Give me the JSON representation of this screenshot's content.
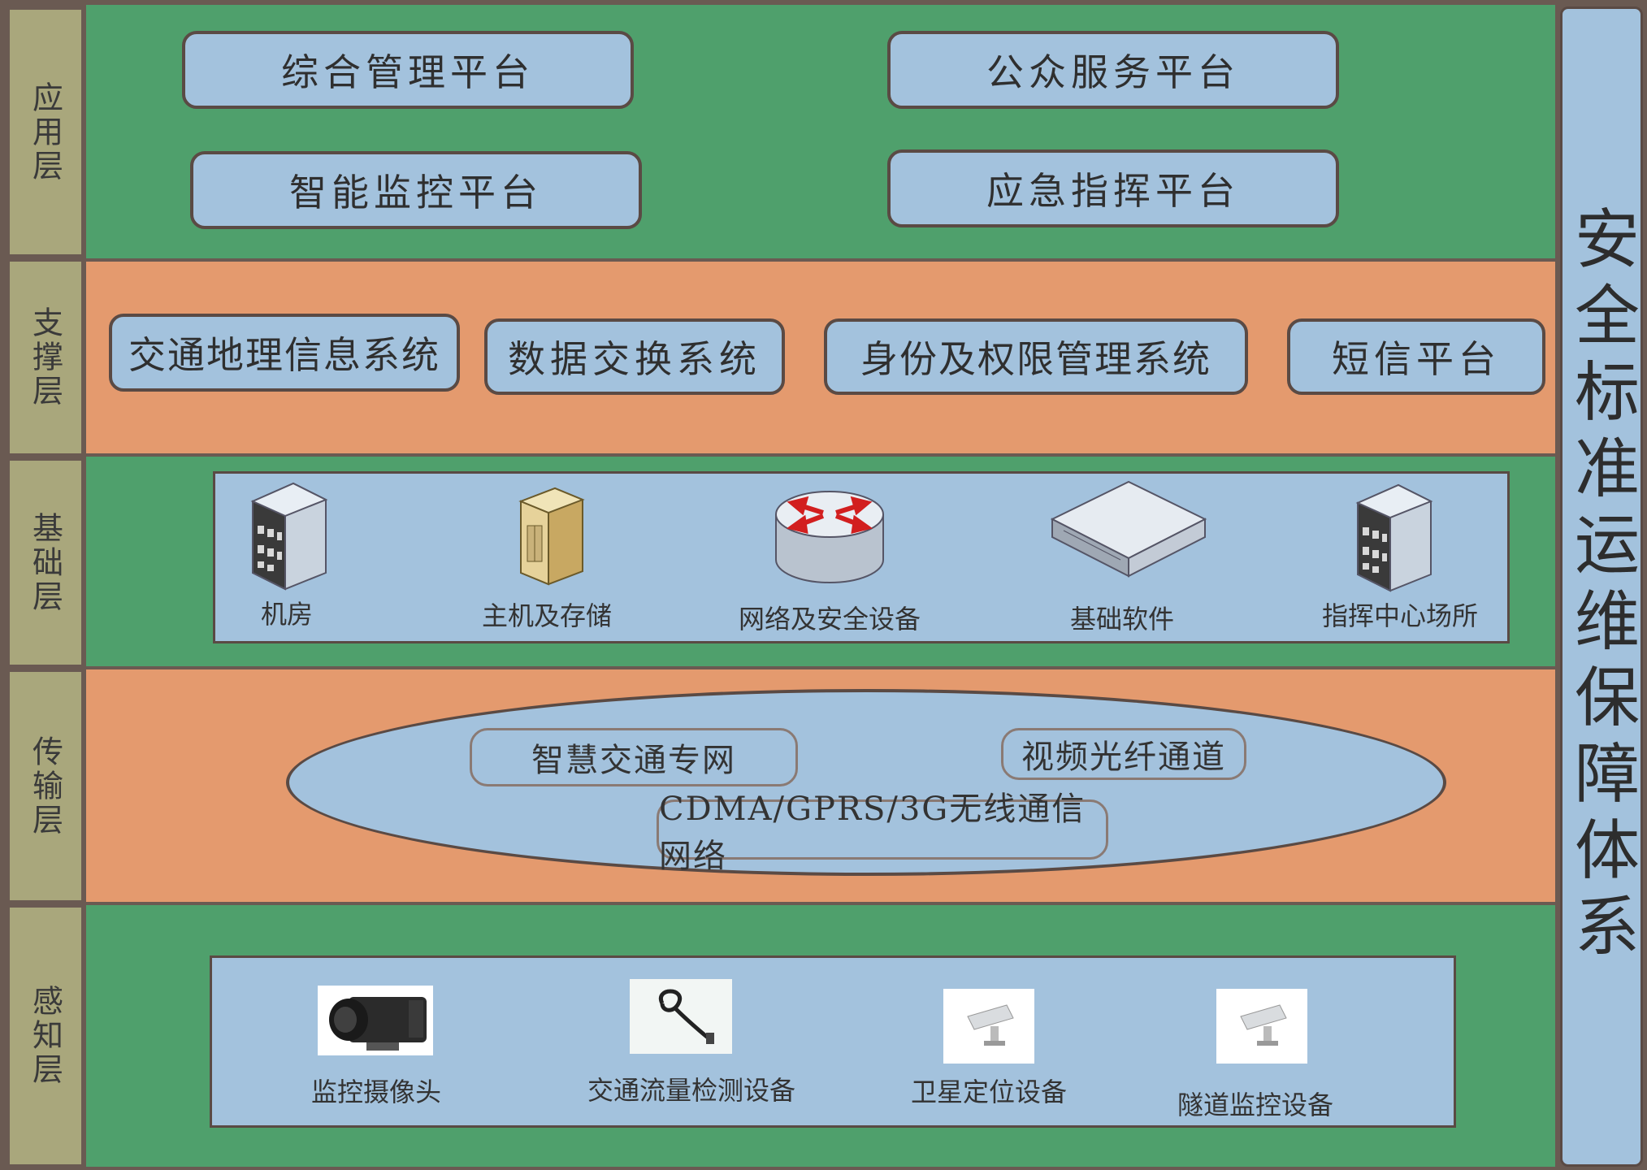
{
  "layers": {
    "application": "应用层",
    "support": "支撑层",
    "infrastructure": "基础层",
    "transmission": "传输层",
    "perception": "感知层"
  },
  "security_system": "安全标准运维保障体系",
  "application_platforms": [
    "综合管理平台",
    "公众服务平台",
    "智能监控平台",
    "应急指挥平台"
  ],
  "support_systems": [
    "交通地理信息系统",
    "数据交换系统",
    "身份及权限管理系统",
    "短信平台"
  ],
  "infrastructure_items": [
    {
      "label": "机房",
      "icon": "server-tower-icon"
    },
    {
      "label": "主机及存储",
      "icon": "host-storage-icon"
    },
    {
      "label": "网络及安全设备",
      "icon": "router-icon"
    },
    {
      "label": "基础软件",
      "icon": "rack-device-icon"
    },
    {
      "label": "指挥中心场所",
      "icon": "server-tower-icon"
    }
  ],
  "transmission_networks": [
    "智慧交通专网",
    "视频光纤通道",
    "CDMA/GPRS/3G无线通信网络"
  ],
  "perception_devices": [
    {
      "label": "监控摄像头",
      "icon": "camera-icon"
    },
    {
      "label": "交通流量检测设备",
      "icon": "loop-sensor-icon"
    },
    {
      "label": "卫星定位设备",
      "icon": "cctv-icon"
    },
    {
      "label": "隧道监控设备",
      "icon": "cctv-icon"
    }
  ],
  "colors": {
    "green_band": "#4fa06c",
    "orange_band": "#e49a6e",
    "box_fill": "#a3c2dd",
    "label_column": "#a9a77c"
  }
}
